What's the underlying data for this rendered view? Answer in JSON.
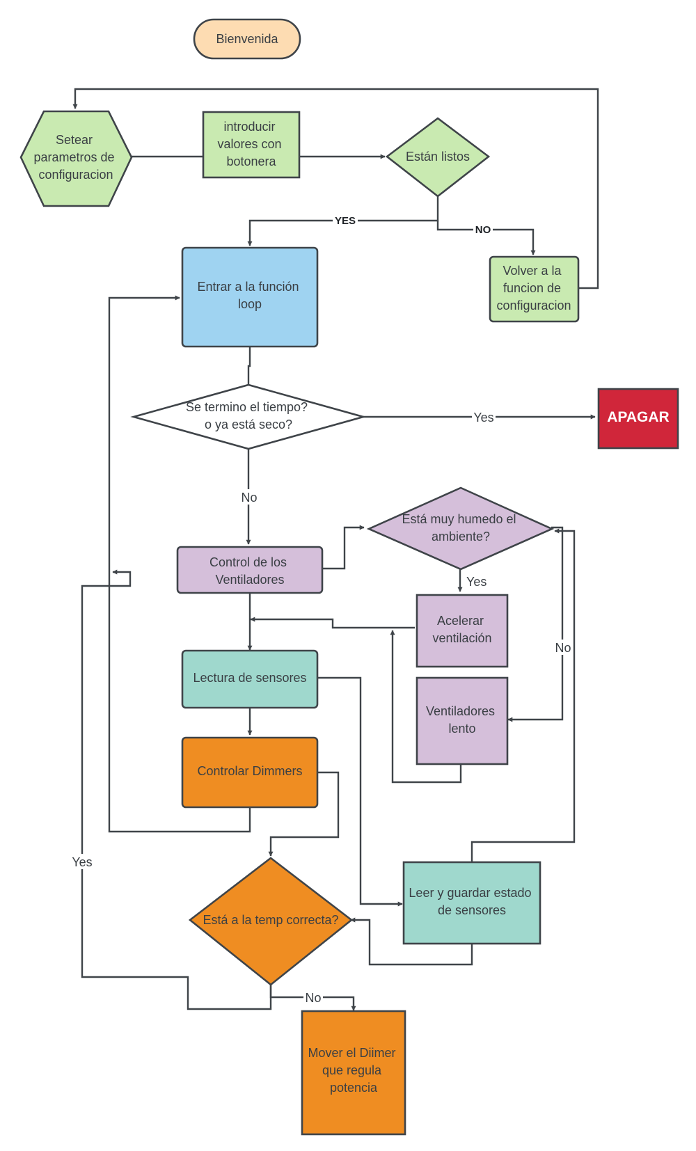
{
  "colors": {
    "start": "#fddcb2",
    "config": "#c9eab1",
    "loop": "#9fd3f1",
    "decision_main": "#ffffff",
    "stop": "#d0263a",
    "fan": "#d5bfda",
    "sensor": "#9fd8cd",
    "dimmer": "#ef8d22",
    "line": "#3f4449"
  },
  "nodes": {
    "bienvenida": [
      "Bienvenida"
    ],
    "setear": [
      "Setear",
      "parametros de",
      "configuracion"
    ],
    "introducir": [
      "introducir",
      "valores con",
      "botonera"
    ],
    "estan_listos": [
      "Están listos"
    ],
    "volver": [
      "Volver a la",
      "funcion de",
      "configuracion"
    ],
    "entrar_loop": [
      "Entrar a la función",
      "loop"
    ],
    "se_termino": [
      "Se termino el tiempo?",
      "o ya está seco?"
    ],
    "apagar": [
      "APAGAR"
    ],
    "control_ventiladores": [
      "Control de los",
      "Ventiladores"
    ],
    "muy_humedo": [
      "Está muy humedo el",
      "ambiente?"
    ],
    "acelerar": [
      "Acelerar",
      "ventilación"
    ],
    "ventiladores_lento": [
      "Ventiladores",
      "lento"
    ],
    "lectura_sensores": [
      "Lectura de sensores"
    ],
    "controlar_dimmers": [
      "Controlar Dimmers"
    ],
    "temp_correcta": [
      "Está a la temp correcta?"
    ],
    "leer_guardar": [
      "Leer y guardar estado",
      "de sensores"
    ],
    "mover_dimmer": [
      "Mover el Diimer",
      "que regula",
      "potencia"
    ]
  },
  "edge_labels": {
    "listos_yes": "YES",
    "listos_no": "NO",
    "termino_yes": "Yes",
    "termino_no": "No",
    "humedo_yes": "Yes",
    "humedo_no": "No",
    "temp_yes": "Yes",
    "temp_no": "No"
  }
}
